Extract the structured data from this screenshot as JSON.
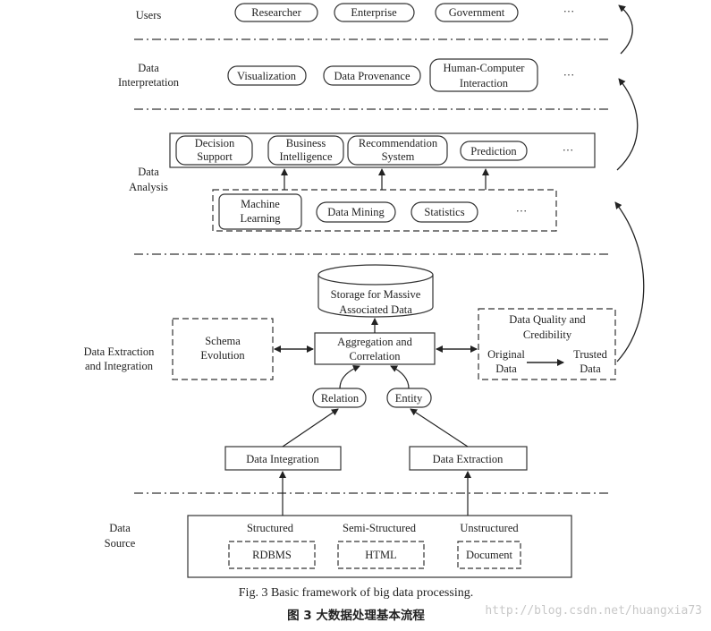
{
  "layers": {
    "users": "Users",
    "interp": [
      "Data",
      "Interpretation"
    ],
    "analysis": [
      "Data",
      "Analysis"
    ],
    "extraction": [
      "Data Extraction",
      "and Integration"
    ],
    "source": [
      "Data",
      "Source"
    ]
  },
  "users": {
    "researcher": "Researcher",
    "enterprise": "Enterprise",
    "government": "Government",
    "more": "···"
  },
  "interpretation": {
    "visualization": "Visualization",
    "provenance": "Data Provenance",
    "hci": [
      "Human-Computer",
      "Interaction"
    ],
    "more": "···"
  },
  "analysis": {
    "decision": [
      "Decision",
      "Support"
    ],
    "business": [
      "Business",
      "Intelligence"
    ],
    "recommendation": [
      "Recommendation",
      "System"
    ],
    "prediction": "Prediction",
    "more_top": "···",
    "ml": [
      "Machine",
      "Learning"
    ],
    "mining": "Data Mining",
    "statistics": "Statistics",
    "more_bottom": "···"
  },
  "extraction": {
    "storage": [
      "Storage for Massive",
      "Associated Data"
    ],
    "aggregation": [
      "Aggregation and",
      "Correlation"
    ],
    "schema": [
      "Schema",
      "Evolution"
    ],
    "quality": [
      "Data Quality and",
      "Credibility"
    ],
    "original": [
      "Original",
      "Data"
    ],
    "trusted": [
      "Trusted",
      "Data"
    ],
    "relation": "Relation",
    "entity": "Entity",
    "integration": "Data Integration",
    "extraction": "Data Extraction"
  },
  "source": {
    "structured": "Structured",
    "semi": "Semi-Structured",
    "unstructured": "Unstructured",
    "rdbms": "RDBMS",
    "html": "HTML",
    "document": "Document"
  },
  "caption": {
    "en": "Fig. 3   Basic framework of big data processing.",
    "zh": "图 3   大数据处理基本流程"
  },
  "watermark": "http://blog.csdn.net/huangxia73"
}
